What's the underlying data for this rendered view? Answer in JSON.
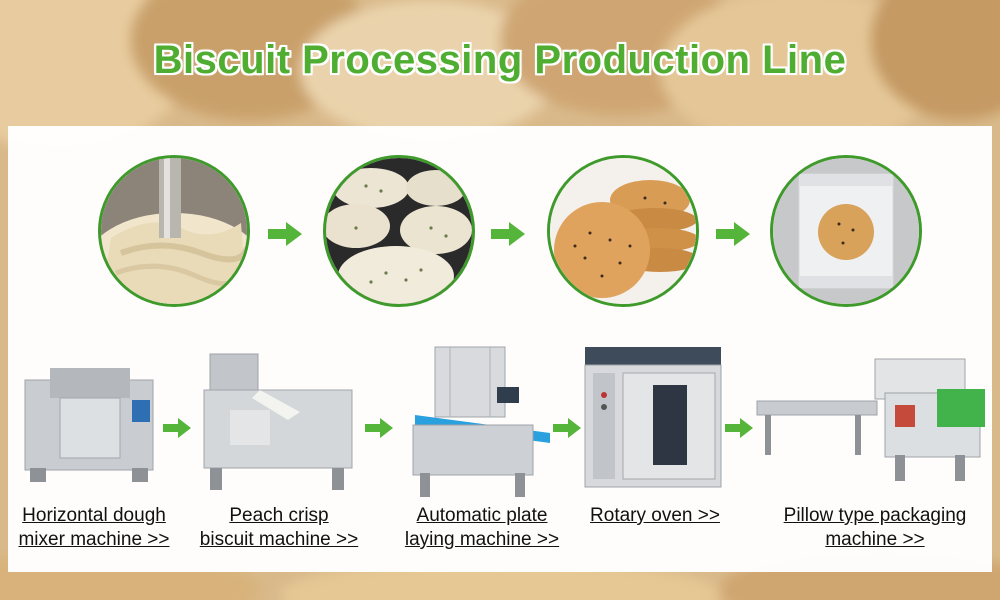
{
  "title": "Biscuit Processing Production Line",
  "colors": {
    "accent_green": "#4fae32",
    "arrow_green": "#55b43a",
    "circle_border": "#3f9a2c"
  },
  "stages": [
    {
      "image": "dough-mixing-image",
      "machine": "dough-mixer-machine-icon",
      "label_lines": [
        "Horizontal dough",
        "mixer machine >>"
      ]
    },
    {
      "image": "raw-biscuits-image",
      "machine": "biscuit-forming-machine-icon",
      "label_lines": [
        "Peach crisp",
        "biscuit machine >>"
      ]
    },
    {
      "image": "baked-biscuits-image",
      "machine": "plate-laying-machine-icon",
      "label_lines": [
        "Automatic plate",
        "laying machine >>"
      ]
    },
    {
      "image": "packaged-biscuit-image",
      "machine": "rotary-oven-icon",
      "label_lines": [
        "Rotary oven >>"
      ]
    },
    {
      "machine": "packaging-machine-icon",
      "label_lines": [
        "Pillow type packaging",
        "machine >>"
      ]
    }
  ]
}
